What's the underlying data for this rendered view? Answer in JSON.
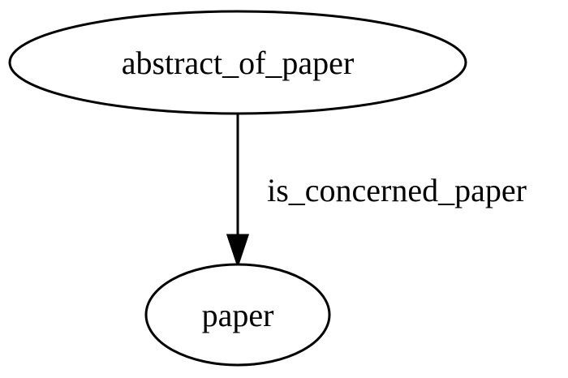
{
  "diagram": {
    "nodes": [
      {
        "id": "abstract_of_paper",
        "label": "abstract_of_paper"
      },
      {
        "id": "paper",
        "label": "paper"
      }
    ],
    "edges": [
      {
        "from": "abstract_of_paper",
        "to": "paper",
        "label": "is_concerned_paper"
      }
    ]
  }
}
